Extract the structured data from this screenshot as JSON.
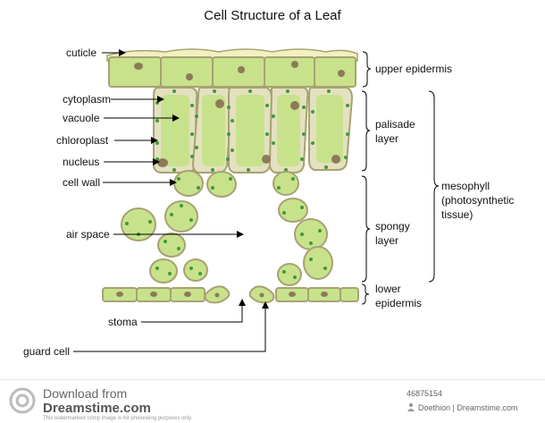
{
  "title": "Cell Structure of a Leaf",
  "labels_left": {
    "cuticle": "cuticle",
    "cytoplasm": "cytoplasm",
    "vacuole": "vacuole",
    "chloroplast": "chloroplast",
    "nucleus": "nucleus",
    "cell_wall": "cell wall",
    "air_space": "air space",
    "stoma": "stoma",
    "guard_cell": "guard cell"
  },
  "labels_right": {
    "upper_epidermis": "upper epidermis",
    "palisade_1": "palisade",
    "palisade_2": "layer",
    "spongy_1": "spongy",
    "spongy_2": "layer",
    "lower_1": "lower",
    "lower_2": "epidermis",
    "meso_1": "mesophyll",
    "meso_2": "(photosynthetic",
    "meso_3": "tissue)"
  },
  "footer": {
    "download_from": "Download from",
    "site": "Dreamstime.com",
    "note": "This watermarked comp image is for previewing purposes only.",
    "image_id": "46875154",
    "credit": "Doethion | Dreamstime.com"
  },
  "colors": {
    "cell_fill": "#c8e28c",
    "cell_wall": "#a7a271",
    "cytoplasm": "#e3e1c0",
    "chloroplast": "#3f9a3a",
    "nucleus": "#8d7a58",
    "cuticle": "#f2f0c0"
  }
}
